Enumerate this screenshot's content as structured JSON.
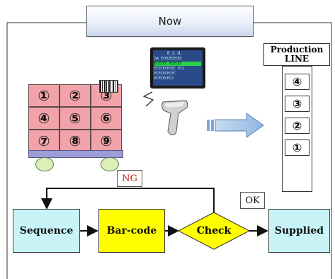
{
  "title": "Now",
  "cart": {
    "cells": [
      "①",
      "②",
      "③",
      "④",
      "⑤",
      "⑥",
      "⑦",
      "⑧",
      "⑨"
    ]
  },
  "monitor": {
    "header": "E.C.U.",
    "rows": [
      "SA  ECECECECEC",
      "ECECEC ECECEC",
      "ECECECECEC EC2",
      "ECECECECEC",
      "ECECECEC2"
    ]
  },
  "production_line": {
    "title_line1": "Production",
    "title_line2": "LINE",
    "slots": [
      "④",
      "③",
      "②",
      "①"
    ]
  },
  "labels": {
    "ng": "NG",
    "ok": "OK"
  },
  "flow": {
    "sequence": "Sequence",
    "barcode": "Bar-code",
    "check": "Check",
    "supplied": "Supplied"
  },
  "colors": {
    "cart_cell": "#f2a3a9",
    "sequence": "#c8f4f8",
    "barcode": "#ffff00",
    "check": "#ffff00",
    "supplied": "#c8f4f8",
    "arrow": "#9dc3e6",
    "ng_text": "#d11a1a"
  },
  "icons": {
    "scanner": "barcode-scanner-icon",
    "signal": "wireless-signal-icon"
  }
}
